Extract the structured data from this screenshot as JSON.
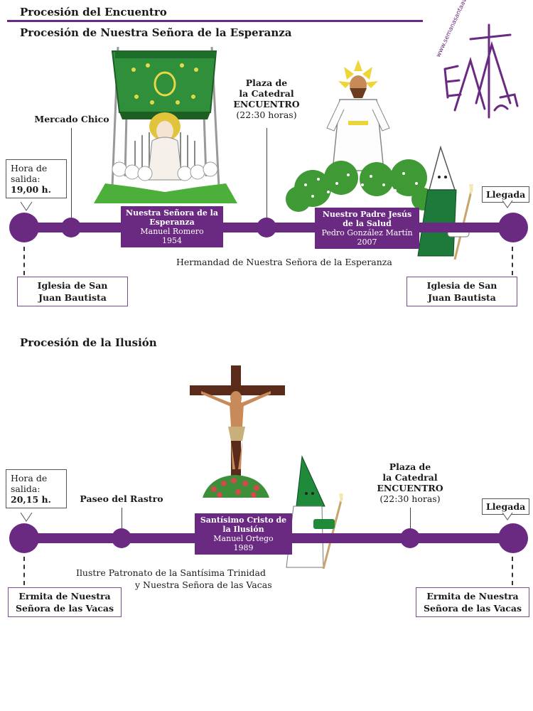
{
  "header": {
    "title": "Procesión del Encuentro",
    "website": "www.semanasantaavila.com",
    "accent_color": "#6b2a82"
  },
  "procession1": {
    "title": "Procesión de Nuestra Señora de la Esperanza",
    "departure_label": "Hora de salida:",
    "departure_time": "19,00 h.",
    "stop1": "Mercado Chico",
    "stop2_line1": "Plaza de",
    "stop2_line2": "la Catedral",
    "stop2_line3": "ENCUENTRO",
    "stop2_line4": "(22:30 horas)",
    "arrival": "Llegada",
    "image1": {
      "name_line1": "Nuestra Señora de la",
      "name_line2": "Esperanza",
      "author": "Manuel Romero",
      "year": "1954"
    },
    "image2": {
      "name_line1": "Nuestro Padre Jesús",
      "name_line2": "de la Salud",
      "author": "Pedro González Martín",
      "year": "2007"
    },
    "brotherhood": "Hermandad de Nuestra Señora de la Esperanza",
    "start_church_line1": "Iglesia de San",
    "start_church_line2": "Juan Bautista",
    "end_church_line1": "Iglesia de San",
    "end_church_line2": "Juan Bautista"
  },
  "procession2": {
    "title": "Procesión de la Ilusión",
    "departure_label": "Hora de salida:",
    "departure_time": "20,15 h.",
    "stop1": "Paseo del Rastro",
    "stop2_line1": "Plaza de",
    "stop2_line2": "la Catedral",
    "stop2_line3": "ENCUENTRO",
    "stop2_line4": "(22:30 horas)",
    "arrival": "Llegada",
    "image1": {
      "name_line1": "Santísimo Cristo de",
      "name_line2": "la Ilusión",
      "author": "Manuel Ortego",
      "year": "1989"
    },
    "brotherhood_line1": "Ilustre Patronato de la Santísima Trinidad",
    "brotherhood_line2": "y Nuestra Señora de las Vacas",
    "start_church_line1": "Ermita de Nuestra",
    "start_church_line2": "Señora de las Vacas",
    "end_church_line1": "Ermita de Nuestra",
    "end_church_line2": "Señora de las Vacas"
  }
}
